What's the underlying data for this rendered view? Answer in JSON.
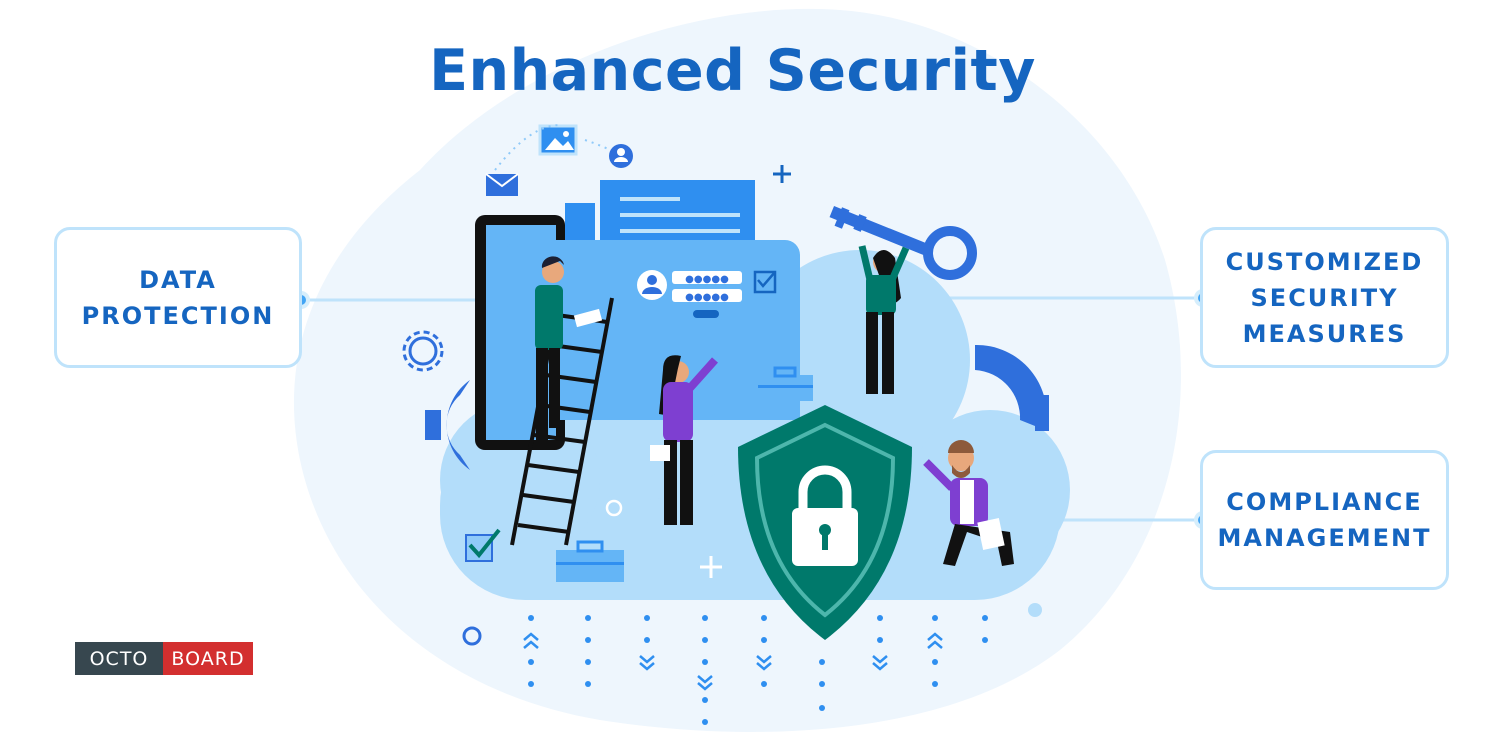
{
  "title": "Enhanced Security",
  "callouts": {
    "data_protection": "DATA\nPROTECTION",
    "customized_security": "CUSTOMIZED\nSECURITY\nMEASURES",
    "compliance": "COMPLIANCE\nMANAGEMENT"
  },
  "logo": {
    "part1": "OCTO",
    "part2": "BOARD"
  },
  "colors": {
    "title": "#1565c0",
    "callout_border": "#bfe3fb",
    "connector": "#bfe3fb",
    "connector_dot": "#42a5f5",
    "blob_bg": "#eef6fd",
    "cloud": "#b3ddfa",
    "shield": "#00796b",
    "logo_dark": "#37474f",
    "logo_red": "#d32f2f"
  },
  "icons": [
    "envelope-icon",
    "image-icon",
    "user-icon",
    "plus-icon",
    "gear-icon",
    "key-icon",
    "toolbox-icon",
    "checkbox-icon",
    "shield-lock-icon",
    "ladder-icon"
  ]
}
